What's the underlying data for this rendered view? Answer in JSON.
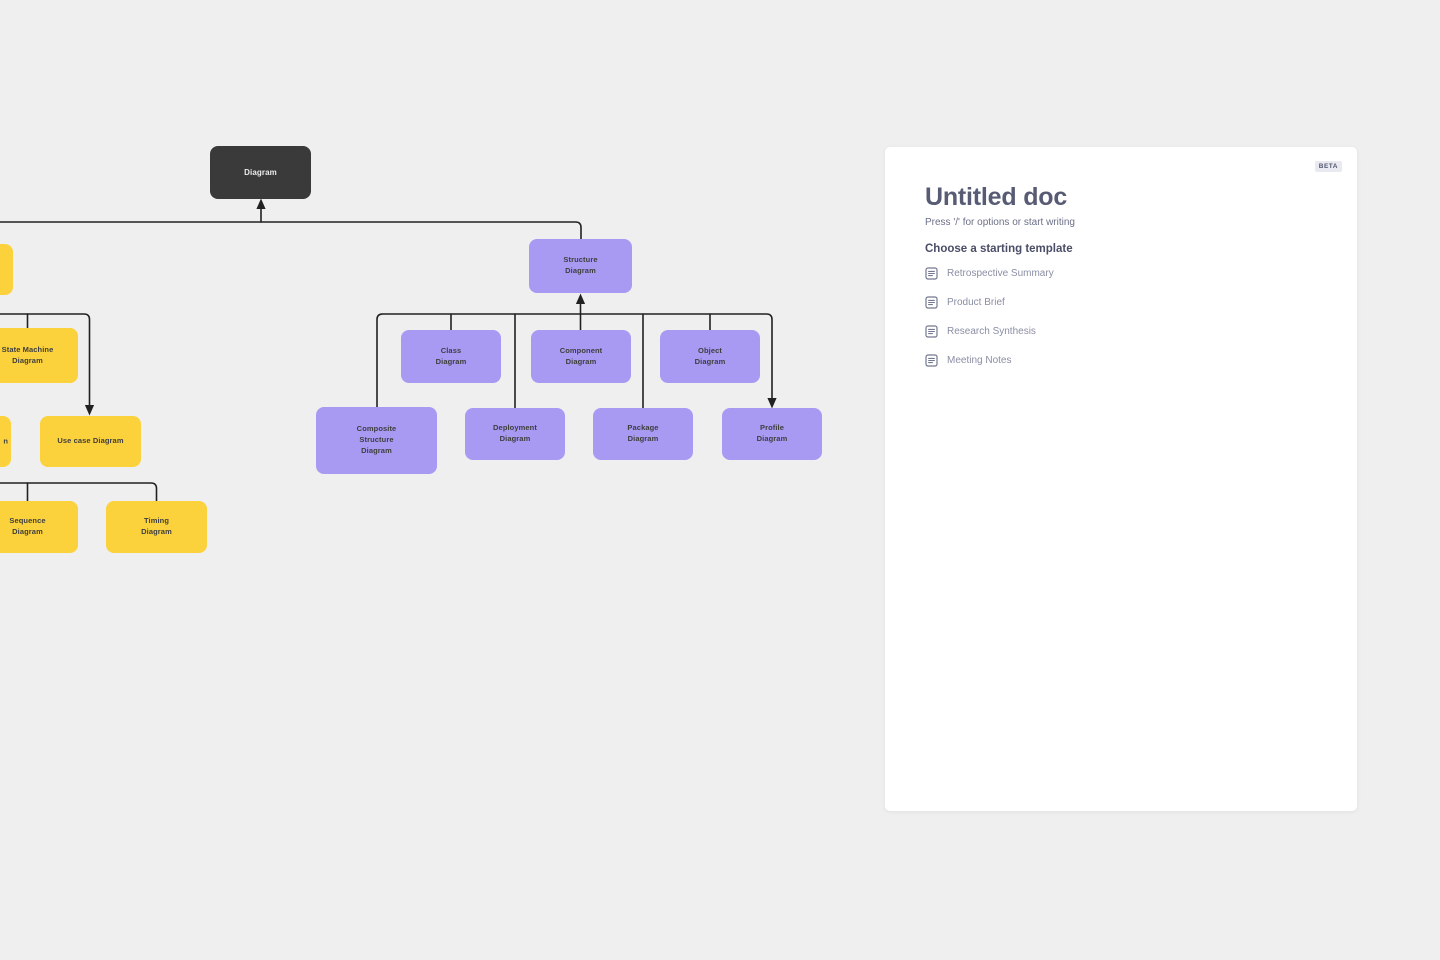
{
  "colors": {
    "canvas-bg": "#efefef",
    "node-yellow": "#fbd23c",
    "node-purple": "#a89af3",
    "node-dark": "#3a3a3a",
    "connector": "#212121",
    "panel-bg": "#ffffff"
  },
  "diagram": {
    "nodes": {
      "root": "Diagram",
      "structure": "Structure\nDiagram",
      "class": "Class\nDiagram",
      "component": "Component\nDiagram",
      "object": "Object\nDiagram",
      "composite": "Composite\nStructure\nDiagram",
      "deployment": "Deployment\nDiagram",
      "package": "Package\nDiagram",
      "profile": "Profile\nDiagram",
      "state_machine": "State Machine\nDiagram",
      "use_case": "Use case Diagram",
      "sequence": "Sequence\nDiagram",
      "timing": "Timing\nDiagram",
      "partial_mid_fragment": "n"
    }
  },
  "doc_panel": {
    "beta_label": "BETA",
    "title": "Untitled doc",
    "subtitle": "Press '/' for options or start writing",
    "templates_header": "Choose a starting template",
    "templates": [
      "Retrospective Summary",
      "Product Brief",
      "Research Synthesis",
      "Meeting Notes"
    ]
  }
}
